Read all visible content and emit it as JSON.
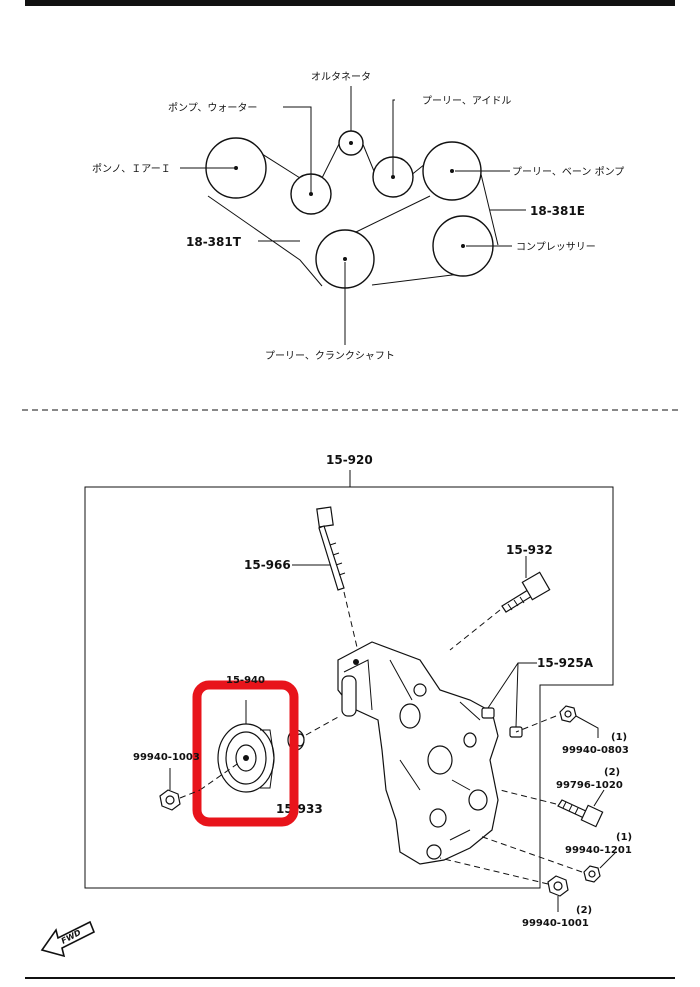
{
  "belt_diagram": {
    "labels": {
      "alternator": "オルタネータ",
      "water_pump": "ポンプ、ウォーター",
      "idler": "プーリー、アイドル",
      "power_steering": "ポンノ、ＩアーＩ",
      "vane_pump": "プーリー、ベーン ポンプ",
      "compressor": "コンプレッサリー",
      "crankshaft": "プーリー、クランクシャフト"
    },
    "parts": {
      "belt_e": "18-381E",
      "belt_t": "18-381T"
    }
  },
  "exploded_view": {
    "assembly": "15-920",
    "bolt_long": "15-966",
    "bolt_top": "15-932",
    "dowel": "15-925A",
    "nut_left": "99940-1003",
    "spacer": "15-933",
    "highlight_label": "15-940",
    "right_parts": [
      {
        "number": "99940-0803",
        "qty": "(1)"
      },
      {
        "number": "99796-1020",
        "qty": "(2)"
      },
      {
        "number": "99940-1201",
        "qty": "(1)"
      },
      {
        "number": "99940-1001",
        "qty": "(2)"
      }
    ],
    "fwd": "FWD"
  },
  "highlight_color": "#e8141b"
}
